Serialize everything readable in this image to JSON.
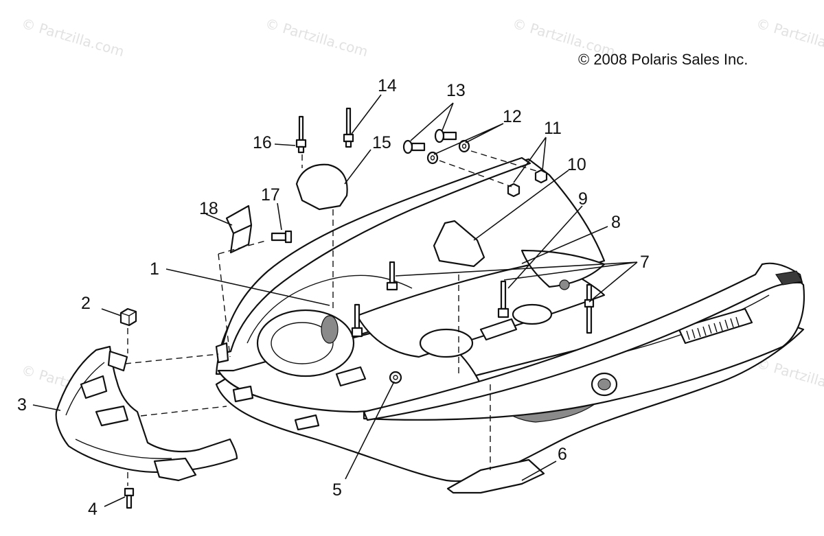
{
  "copyright": "© 2008 Polaris Sales Inc.",
  "watermark": "© Partzilla.com",
  "callouts": [
    "1",
    "2",
    "3",
    "4",
    "5",
    "6",
    "7",
    "8",
    "9",
    "10",
    "11",
    "12",
    "13",
    "14",
    "15",
    "16",
    "17",
    "18"
  ]
}
